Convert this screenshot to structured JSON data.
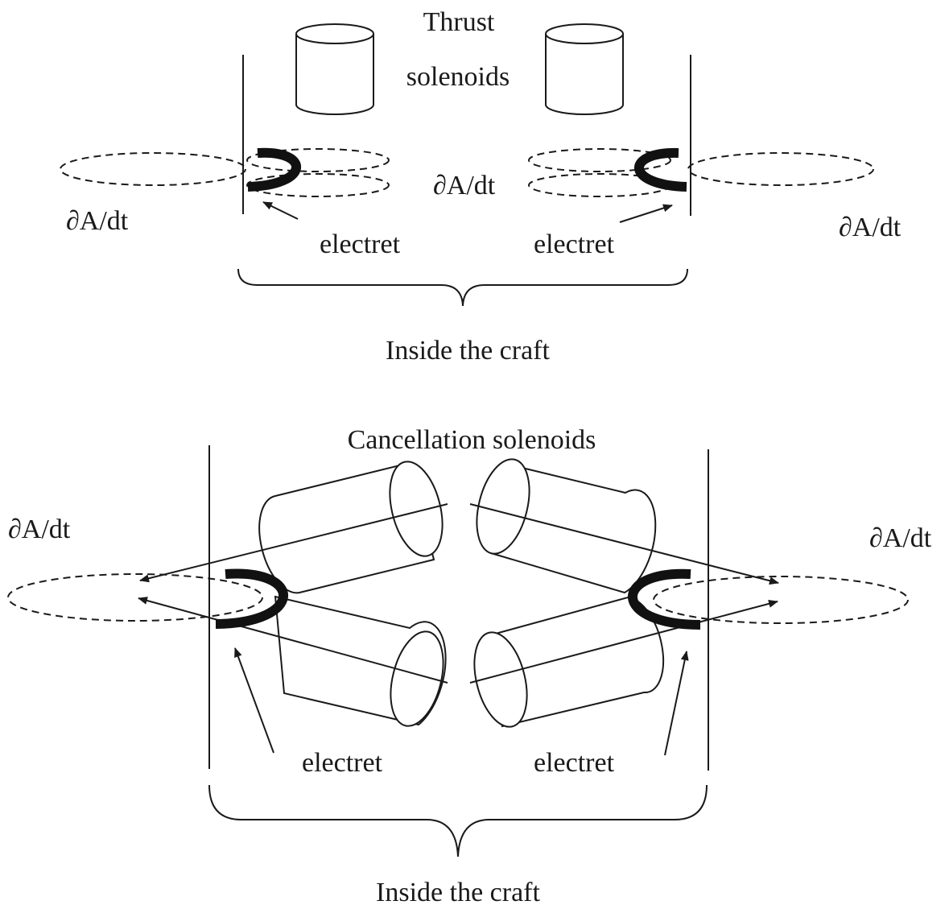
{
  "top_panel": {
    "title_line1": "Thrust",
    "title_line2": "solenoids",
    "left_field_label": "∂A/dt",
    "center_field_label": "∂A/dt",
    "right_field_label": "∂A/dt",
    "left_electret_label": "electret",
    "right_electret_label": "electret",
    "caption": "Inside the craft"
  },
  "bottom_panel": {
    "title": "Cancellation solenoids",
    "left_field_label": "∂A/dt",
    "right_field_label": "∂A/dt",
    "left_electret_label": "electret",
    "right_electret_label": "electret",
    "caption": "Inside the craft"
  }
}
